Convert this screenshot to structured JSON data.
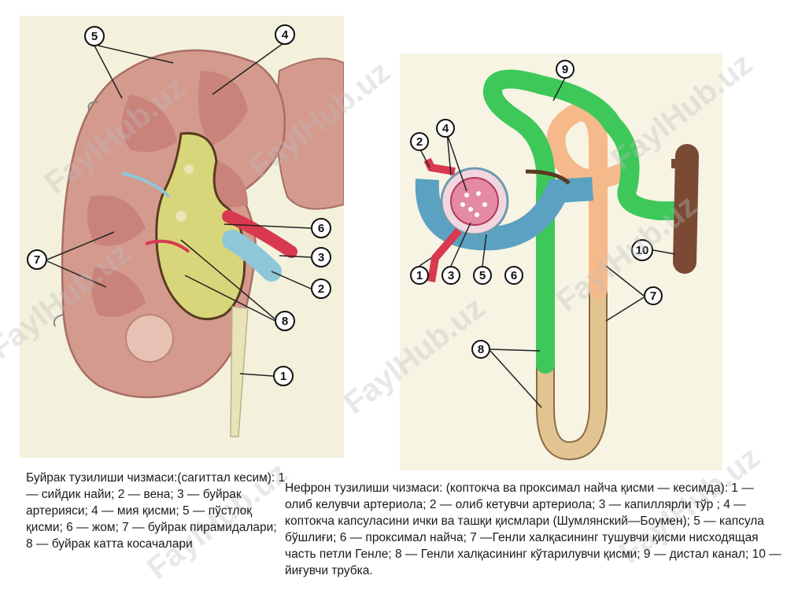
{
  "kidney": {
    "labels": [
      "1",
      "2",
      "3",
      "4",
      "5",
      "6",
      "7",
      "8"
    ],
    "caption": "Буйрак тузилиши чизмаси:(сагиттал кесим): 1 — сийдик найи; 2 — вена; 3 — буйрак артерияси; 4 — мия қисми; 5 — пўстлоқ қисми; 6 — жом; 7 — буйрак пирамидалари; 8 — буйрак катта косачалари"
  },
  "nephron": {
    "labels": [
      "1",
      "2",
      "3",
      "4",
      "5",
      "6",
      "7",
      "8",
      "9",
      "10"
    ],
    "caption": "Нефрон тузилиши чизмаси: (коптокча ва проксимал найча қисми — кесимда): 1 — олиб келувчи артериола; 2 — олиб кетувчи артериола; 3 — капиллярли тўр ; 4 — коптокча капсуласини ички ва ташқи қисмлари (Шумлянский—Боумен); 5 — капсула бўшлиғи; 6 — проксимал найча; 7 —Генли халқасининг тушувчи қисми нисходящая часть петли Генле; 8 — Генли халқасининг  кўтарилувчи қисми; 9 — дистал канал; 10 — йиғувчи  трубка."
  },
  "watermark": "FaylHub.uz",
  "colors": {
    "kidney_background": "#f3f1dc",
    "cortex": "#d49a8e",
    "pelvis": "#d8d67a",
    "artery": "#d9394e",
    "vein": "#8ec7d8",
    "ureter": "#e8e3b8",
    "distal_green": "#3ec85a",
    "descending_orange": "#f6b98a",
    "ascending_tan": "#e2c490",
    "collecting_brown": "#7a4a35",
    "nephron_background": "#f7f4e4"
  }
}
